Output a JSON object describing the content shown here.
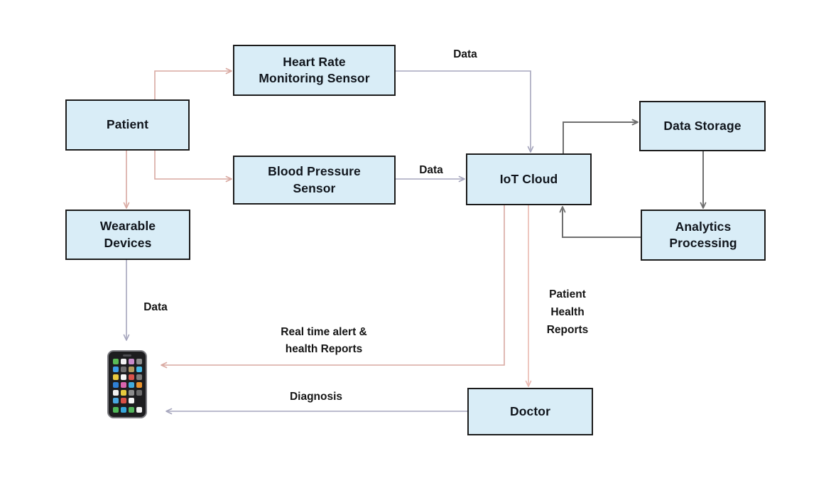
{
  "diagram": {
    "title": "IoT patient health monitoring flowchart",
    "nodes": {
      "patient": {
        "label": "Patient"
      },
      "heart_rate_sensor": {
        "label": "Heart Rate\nMonitoring Sensor"
      },
      "blood_pressure_sensor": {
        "label": "Blood Pressure\nSensor"
      },
      "iot_cloud": {
        "label": "IoT Cloud"
      },
      "data_storage": {
        "label": "Data Storage"
      },
      "analytics_processing": {
        "label": "Analytics\nProcessing"
      },
      "wearable_devices": {
        "label": "Wearable\nDevices"
      },
      "doctor": {
        "label": "Doctor"
      }
    },
    "edge_labels": {
      "heart_rate_data": "Data",
      "blood_pressure_data": "Data",
      "wearable_data": "Data",
      "realtime_alert": "Real time alert &\nhealth Reports",
      "patient_health_reports": "Patient\nHealth\nReports",
      "diagnosis": "Diagnosis"
    },
    "colors": {
      "background": "#ffffff",
      "node_fill": "#d9edf7",
      "node_border": "#1b1b1b",
      "text": "#10151c",
      "arrow_salmon": "#d9a9a1",
      "arrow_pink": "#eab9b1",
      "arrow_gray_light": "#a6a6bd",
      "arrow_gray_dark": "#6f6f6f"
    },
    "icons": {
      "smartphone": "smartphone-icon"
    }
  }
}
